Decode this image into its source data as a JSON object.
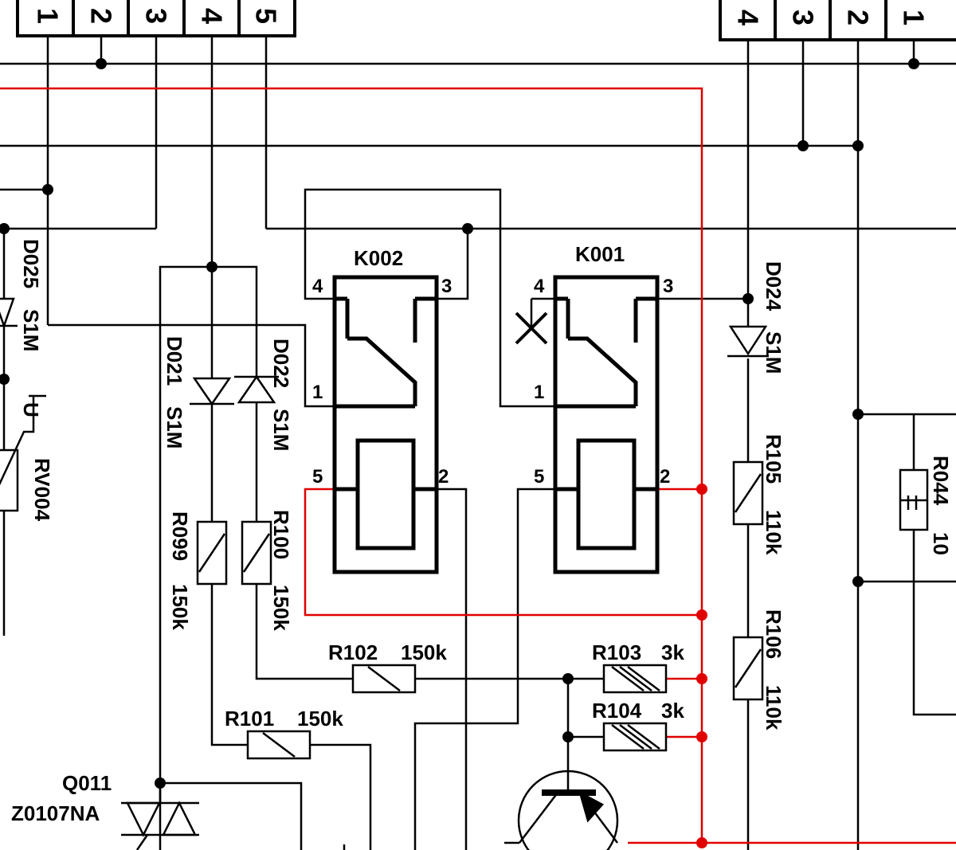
{
  "colors": {
    "wire": "#000000",
    "highlight": "#e00000",
    "background": "#ffffff"
  },
  "connectors": {
    "left": [
      "1",
      "2",
      "3",
      "4",
      "5"
    ],
    "right": [
      "4",
      "3",
      "2",
      "1"
    ]
  },
  "relays": {
    "k002": {
      "name": "K002",
      "pins": {
        "p1": "1",
        "p2": "2",
        "p3": "3",
        "p4": "4",
        "p5": "5"
      }
    },
    "k001": {
      "name": "K001",
      "pins": {
        "p1": "1",
        "p2": "2",
        "p3": "3",
        "p4": "4",
        "p5": "5"
      }
    }
  },
  "components": {
    "d025": {
      "ref": "D025",
      "value": "S1M"
    },
    "d021": {
      "ref": "D021",
      "value": "S1M"
    },
    "d022": {
      "ref": "D022",
      "value": "S1M"
    },
    "d024": {
      "ref": "D024",
      "value": "S1M"
    },
    "rv004": {
      "ref": "RV004",
      "symbol": "U"
    },
    "r099": {
      "ref": "R099",
      "value": "150k"
    },
    "r100": {
      "ref": "R100",
      "value": "150k"
    },
    "r101": {
      "ref": "R101",
      "value": "150k"
    },
    "r102": {
      "ref": "R102",
      "value": "150k"
    },
    "r103": {
      "ref": "R103",
      "value": "3k"
    },
    "r104": {
      "ref": "R104",
      "value": "3k"
    },
    "r105": {
      "ref": "R105",
      "value": "110k"
    },
    "r106": {
      "ref": "R106",
      "value": "110k"
    },
    "r044": {
      "ref": "R044",
      "value": "10"
    },
    "q011": {
      "ref": "Q011",
      "value": "Z0107NA"
    }
  }
}
